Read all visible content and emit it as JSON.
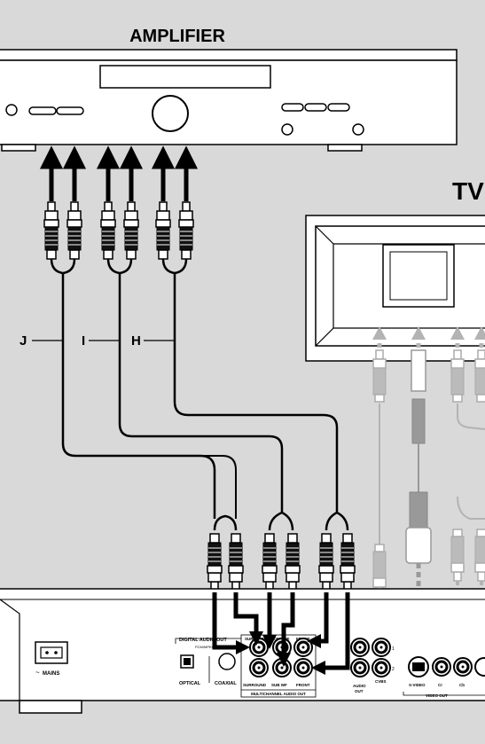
{
  "amplifier": {
    "title": "AMPLIFIER"
  },
  "tv": {
    "title": "TV"
  },
  "cable_labels": [
    "J",
    "I",
    "H"
  ],
  "player_panel": {
    "mains": "MAINS",
    "digital_audio_out": "DIGITAL AUDIO OUT",
    "pcm_mpeg": "PCM/MPEG",
    "optical": "OPTICAL",
    "coaxial": "COAXIAL",
    "surround_top": "SURROUND",
    "centre_top": "CENTRE",
    "front_top": "FRONT",
    "surround_bottom": "SURROUND",
    "sub_wf": "SUB WF",
    "front_bottom": "FRONT",
    "multichannel_audio_out": "MULTICHANNEL AUDIO OUT",
    "out_num_1": "1",
    "out_num_2": "2",
    "audio_out_1": "AUDIO",
    "audio_out_2": "OUT",
    "cvbs": "CVBS",
    "s_video": "S-VIDEO",
    "cr": "Cr",
    "cb": "Cb",
    "video_out": "VIDEO OUT"
  },
  "colors": {
    "background": "#d9d9d9",
    "device": "#ffffff",
    "line": "#000000",
    "faded": "#b3b3b3"
  }
}
